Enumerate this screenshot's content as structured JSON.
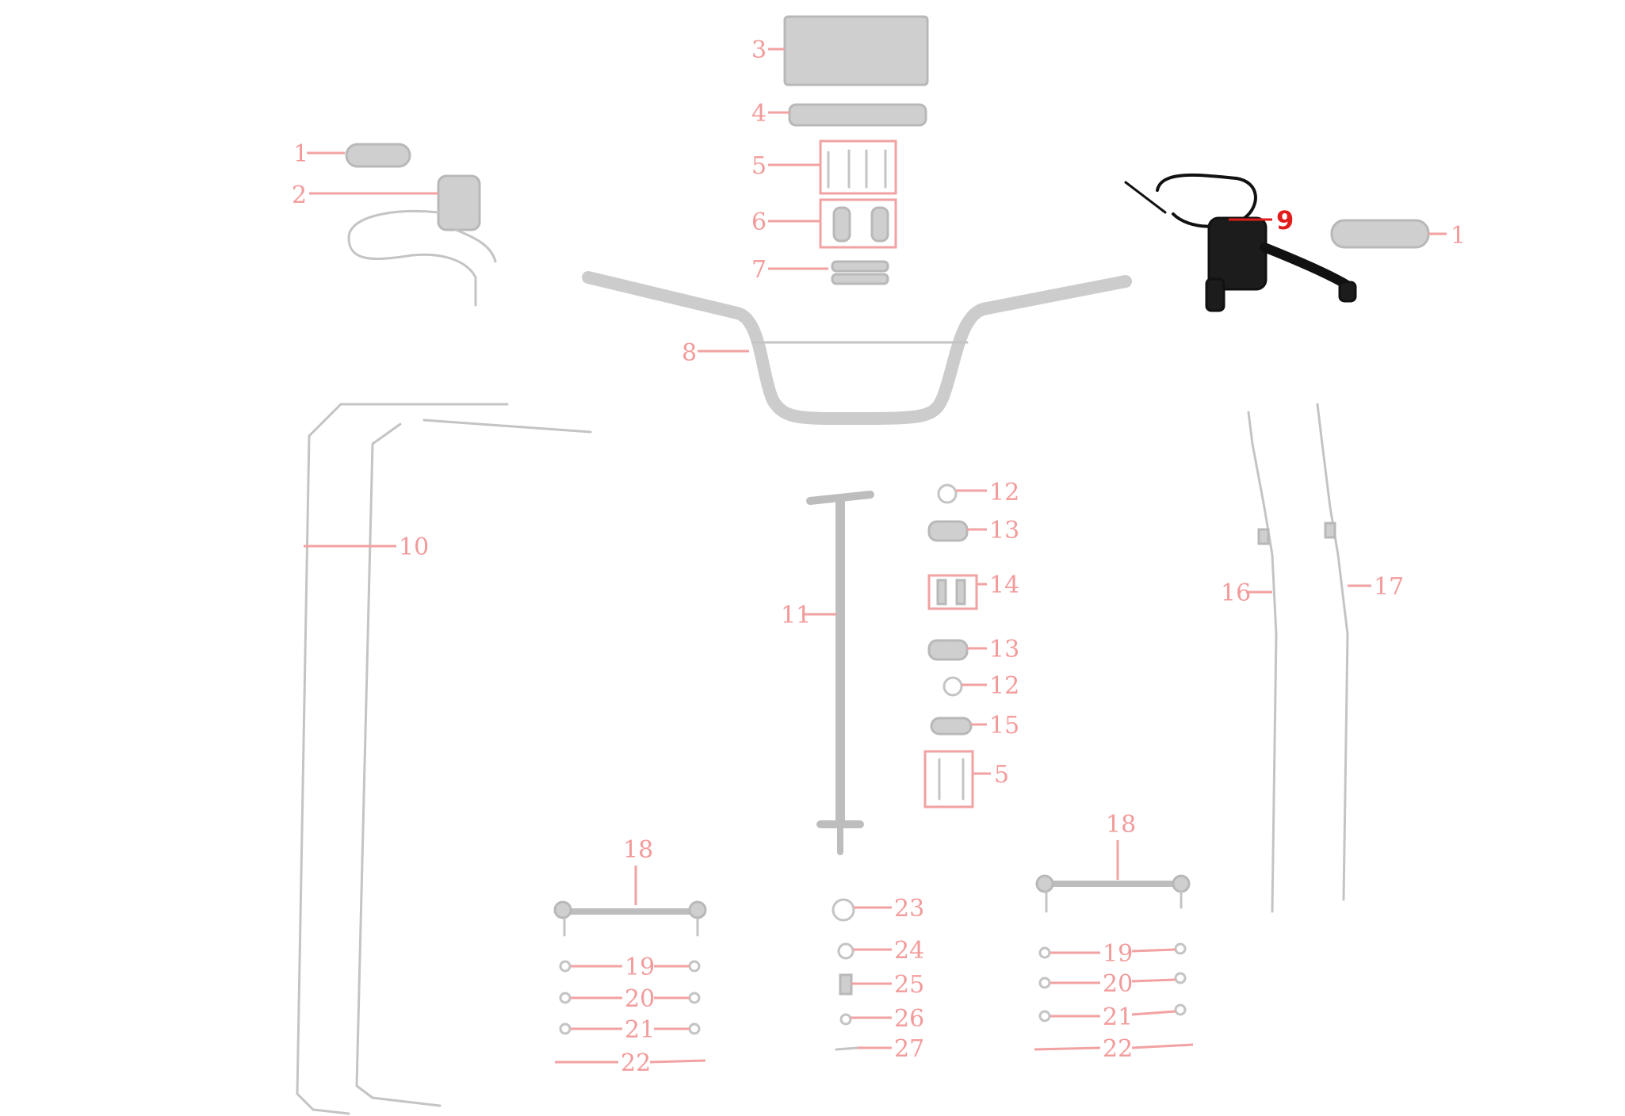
{
  "callouts": [
    {
      "id": "1L",
      "label": "1"
    },
    {
      "id": "2",
      "label": "2"
    },
    {
      "id": "3",
      "label": "3"
    },
    {
      "id": "4",
      "label": "4"
    },
    {
      "id": "5T",
      "label": "5"
    },
    {
      "id": "6",
      "label": "6"
    },
    {
      "id": "7",
      "label": "7"
    },
    {
      "id": "8",
      "label": "8"
    },
    {
      "id": "9",
      "label": "9",
      "highlighted": true
    },
    {
      "id": "1R",
      "label": "1"
    },
    {
      "id": "10",
      "label": "10"
    },
    {
      "id": "11",
      "label": "11"
    },
    {
      "id": "12a",
      "label": "12"
    },
    {
      "id": "13a",
      "label": "13"
    },
    {
      "id": "14",
      "label": "14"
    },
    {
      "id": "13b",
      "label": "13"
    },
    {
      "id": "12b",
      "label": "12"
    },
    {
      "id": "15",
      "label": "15"
    },
    {
      "id": "5B",
      "label": "5"
    },
    {
      "id": "16",
      "label": "16"
    },
    {
      "id": "17",
      "label": "17"
    },
    {
      "id": "18L",
      "label": "18"
    },
    {
      "id": "18R",
      "label": "18"
    },
    {
      "id": "19L",
      "label": "19"
    },
    {
      "id": "20L",
      "label": "20"
    },
    {
      "id": "21L",
      "label": "21"
    },
    {
      "id": "22L",
      "label": "22"
    },
    {
      "id": "19R",
      "label": "19"
    },
    {
      "id": "20R",
      "label": "20"
    },
    {
      "id": "21R",
      "label": "21"
    },
    {
      "id": "22R",
      "label": "22"
    },
    {
      "id": "23",
      "label": "23"
    },
    {
      "id": "24",
      "label": "24"
    },
    {
      "id": "25",
      "label": "25"
    },
    {
      "id": "26",
      "label": "26"
    },
    {
      "id": "27",
      "label": "27"
    }
  ],
  "colors": {
    "part_faded": "#bdbdbd",
    "callout_faded": "#f39a9a",
    "highlight": "#e21b1b",
    "highlighted_part": "#1c1c1c"
  }
}
